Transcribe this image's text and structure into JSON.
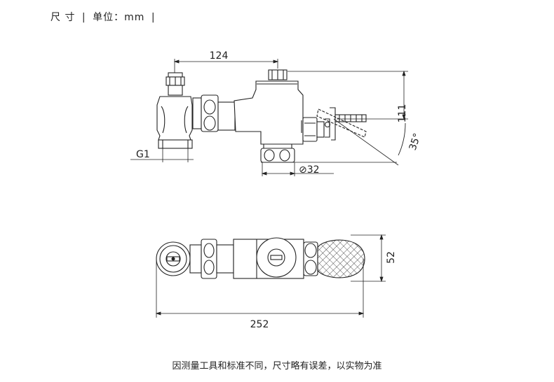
{
  "header": {
    "size_label": "尺 寸",
    "separator_left": "|",
    "unit_label": "单位：mm",
    "separator_right": "|"
  },
  "side_view": {
    "dim_width": "124",
    "dim_height": "111",
    "dim_angle": "35°",
    "dim_thread": "G1",
    "dim_diameter": "⊘32"
  },
  "top_view": {
    "dim_length": "252",
    "dim_width": "52"
  },
  "footer": {
    "note": "因测量工具和标准不同，尺寸略有误差，以实物为准"
  },
  "colors": {
    "line": "#222222",
    "background": "#ffffff"
  }
}
